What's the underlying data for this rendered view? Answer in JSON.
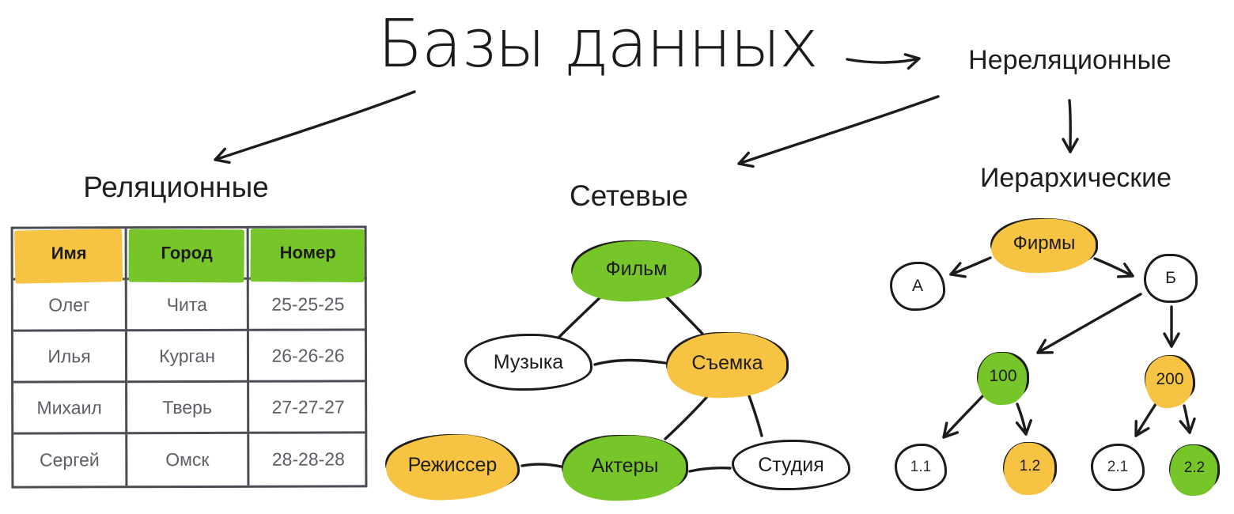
{
  "page_title": "Базы данных",
  "colors": {
    "green": "#77C629",
    "orange": "#F6C343",
    "ink": "#1C1C1C",
    "table_border": "#4A4E54",
    "muted_text": "#5C6066"
  },
  "branches": {
    "relational": "Реляционные",
    "non_relational": "Нереляционные",
    "network": "Сетевые",
    "hierarchical": "Иерархические"
  },
  "relational_table": {
    "headers": [
      {
        "label": "Имя",
        "highlight": "orange"
      },
      {
        "label": "Город",
        "highlight": "green"
      },
      {
        "label": "Номер",
        "highlight": "green"
      }
    ],
    "rows": [
      [
        "Олег",
        "Чита",
        "25-25-25"
      ],
      [
        "Илья",
        "Курган",
        "26-26-26"
      ],
      [
        "Михаил",
        "Тверь",
        "27-27-27"
      ],
      [
        "Сергей",
        "Омск",
        "28-28-28"
      ]
    ]
  },
  "network_graph": {
    "nodes": [
      {
        "id": "film",
        "label": "Фильм",
        "fill": "green"
      },
      {
        "id": "music",
        "label": "Музыка",
        "fill": "white"
      },
      {
        "id": "shooting",
        "label": "Съемка",
        "fill": "orange"
      },
      {
        "id": "director",
        "label": "Режиссер",
        "fill": "orange"
      },
      {
        "id": "actors",
        "label": "Актеры",
        "fill": "green"
      },
      {
        "id": "studio",
        "label": "Студия",
        "fill": "white"
      }
    ],
    "edges": [
      [
        "film",
        "music"
      ],
      [
        "film",
        "shooting"
      ],
      [
        "music",
        "shooting"
      ],
      [
        "shooting",
        "actors"
      ],
      [
        "shooting",
        "studio"
      ],
      [
        "director",
        "actors"
      ],
      [
        "actors",
        "studio"
      ]
    ]
  },
  "hierarchy_tree": {
    "nodes": [
      {
        "id": "firms",
        "label": "Фирмы",
        "fill": "orange"
      },
      {
        "id": "a",
        "label": "А",
        "fill": "white"
      },
      {
        "id": "b",
        "label": "Б",
        "fill": "white"
      },
      {
        "id": "n100",
        "label": "100",
        "fill": "green"
      },
      {
        "id": "n200",
        "label": "200",
        "fill": "orange"
      },
      {
        "id": "n11",
        "label": "1.1",
        "fill": "white"
      },
      {
        "id": "n12",
        "label": "1.2",
        "fill": "orange"
      },
      {
        "id": "n21",
        "label": "2.1",
        "fill": "white"
      },
      {
        "id": "n22",
        "label": "2.2",
        "fill": "green"
      }
    ],
    "edges": [
      [
        "firms",
        "a"
      ],
      [
        "firms",
        "b"
      ],
      [
        "b",
        "n100"
      ],
      [
        "b",
        "n200"
      ],
      [
        "n100",
        "n11"
      ],
      [
        "n100",
        "n12"
      ],
      [
        "n200",
        "n21"
      ],
      [
        "n200",
        "n22"
      ]
    ]
  }
}
